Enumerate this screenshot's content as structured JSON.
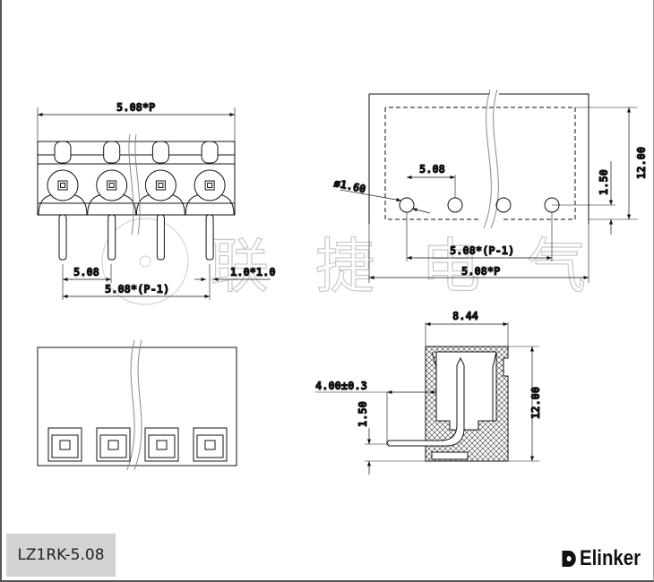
{
  "model": "LZ1RK-5.08",
  "brand": "Elinker",
  "watermark": "联捷电气",
  "front_view": {
    "overall_width": "5.08*P",
    "pitch": "5.08",
    "pin_span": "5.08*(P-1)",
    "pin_section": "1.0*1.0",
    "pin_count": 4
  },
  "top_view": {
    "hole_diameter": "ø1.60",
    "pitch": "5.08",
    "height": "12.00",
    "hole_offset": "1.50",
    "hole_span": "5.08*(P-1)",
    "overall_width": "5.08*P"
  },
  "side_view": {
    "depth": "8.44",
    "height": "12.00",
    "pin_length": "4.00±0.3",
    "pin_offset": "1.50"
  }
}
